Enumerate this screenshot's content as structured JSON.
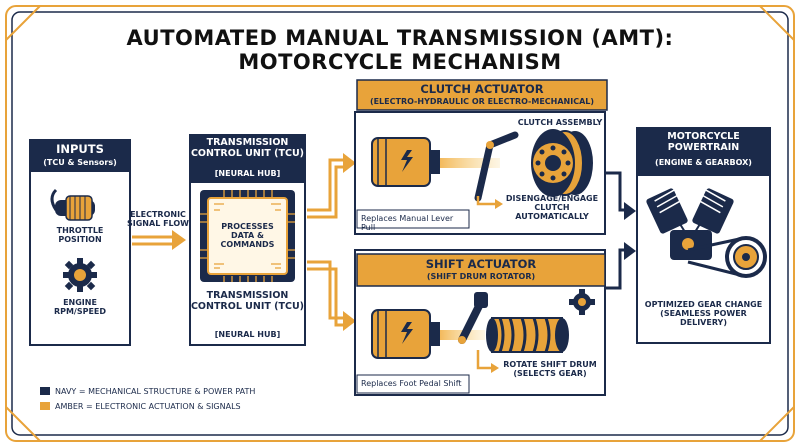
{
  "title": {
    "line1": "AUTOMATED MANUAL TRANSMISSION (AMT):",
    "line2": "MOTORCYCLE MECHANISM"
  },
  "inputs": {
    "title": "INPUTS",
    "subtitle": "(TCU & Sensors)",
    "throttle_label": "THROTTLE POSITION",
    "engine_label": "ENGINE RPM/SPEED"
  },
  "signal_flow_label": "ELECTRONIC SIGNAL FLOW",
  "tcu": {
    "title": "TRANSMISSION CONTROL UNIT (TCU)",
    "subtitle": "[NEURAL HUB]",
    "chip_text": "PROCESSES DATA & COMMANDS",
    "bottom_title": "TRANSMISSION CONTROL UNIT (TCU)",
    "bottom_subtitle": "[NEURAL HUB]"
  },
  "clutch": {
    "title": "CLUTCH ACTUATOR",
    "subtitle": "(ELECTRO-HYDRAULIC OR ELECTRO-MECHANICAL)",
    "assembly_label": "CLUTCH ASSEMBLY",
    "action_label": "DISENGAGE/ENGAGE CLUTCH AUTOMATICALLY",
    "replaces_label": "Replaces Manual Lever Pull"
  },
  "shift": {
    "title": "SHIFT ACTUATOR",
    "subtitle": "(SHIFT DRUM ROTATOR)",
    "action_label": "ROTATE SHIFT DRUM (SELECTS GEAR)",
    "replaces_label": "Replaces Foot Pedal Shift"
  },
  "powertrain": {
    "title": "MOTORCYCLE POWERTRAIN",
    "subtitle": "(ENGINE & GEARBOX)",
    "caption": "OPTIMIZED GEAR CHANGE (SEAMLESS POWER DELIVERY)"
  },
  "legend": [
    {
      "label": "NAVY = MECHANICAL STRUCTURE & POWER PATH",
      "color": "#1b2a4a"
    },
    {
      "label": "AMBER = ELECTRONIC ACTUATION & SIGNALS",
      "color": "#e8a33a"
    }
  ],
  "colors": {
    "navy": "#1b2a4a",
    "amber": "#e8a33a",
    "light_amber": "#f7c56a"
  }
}
